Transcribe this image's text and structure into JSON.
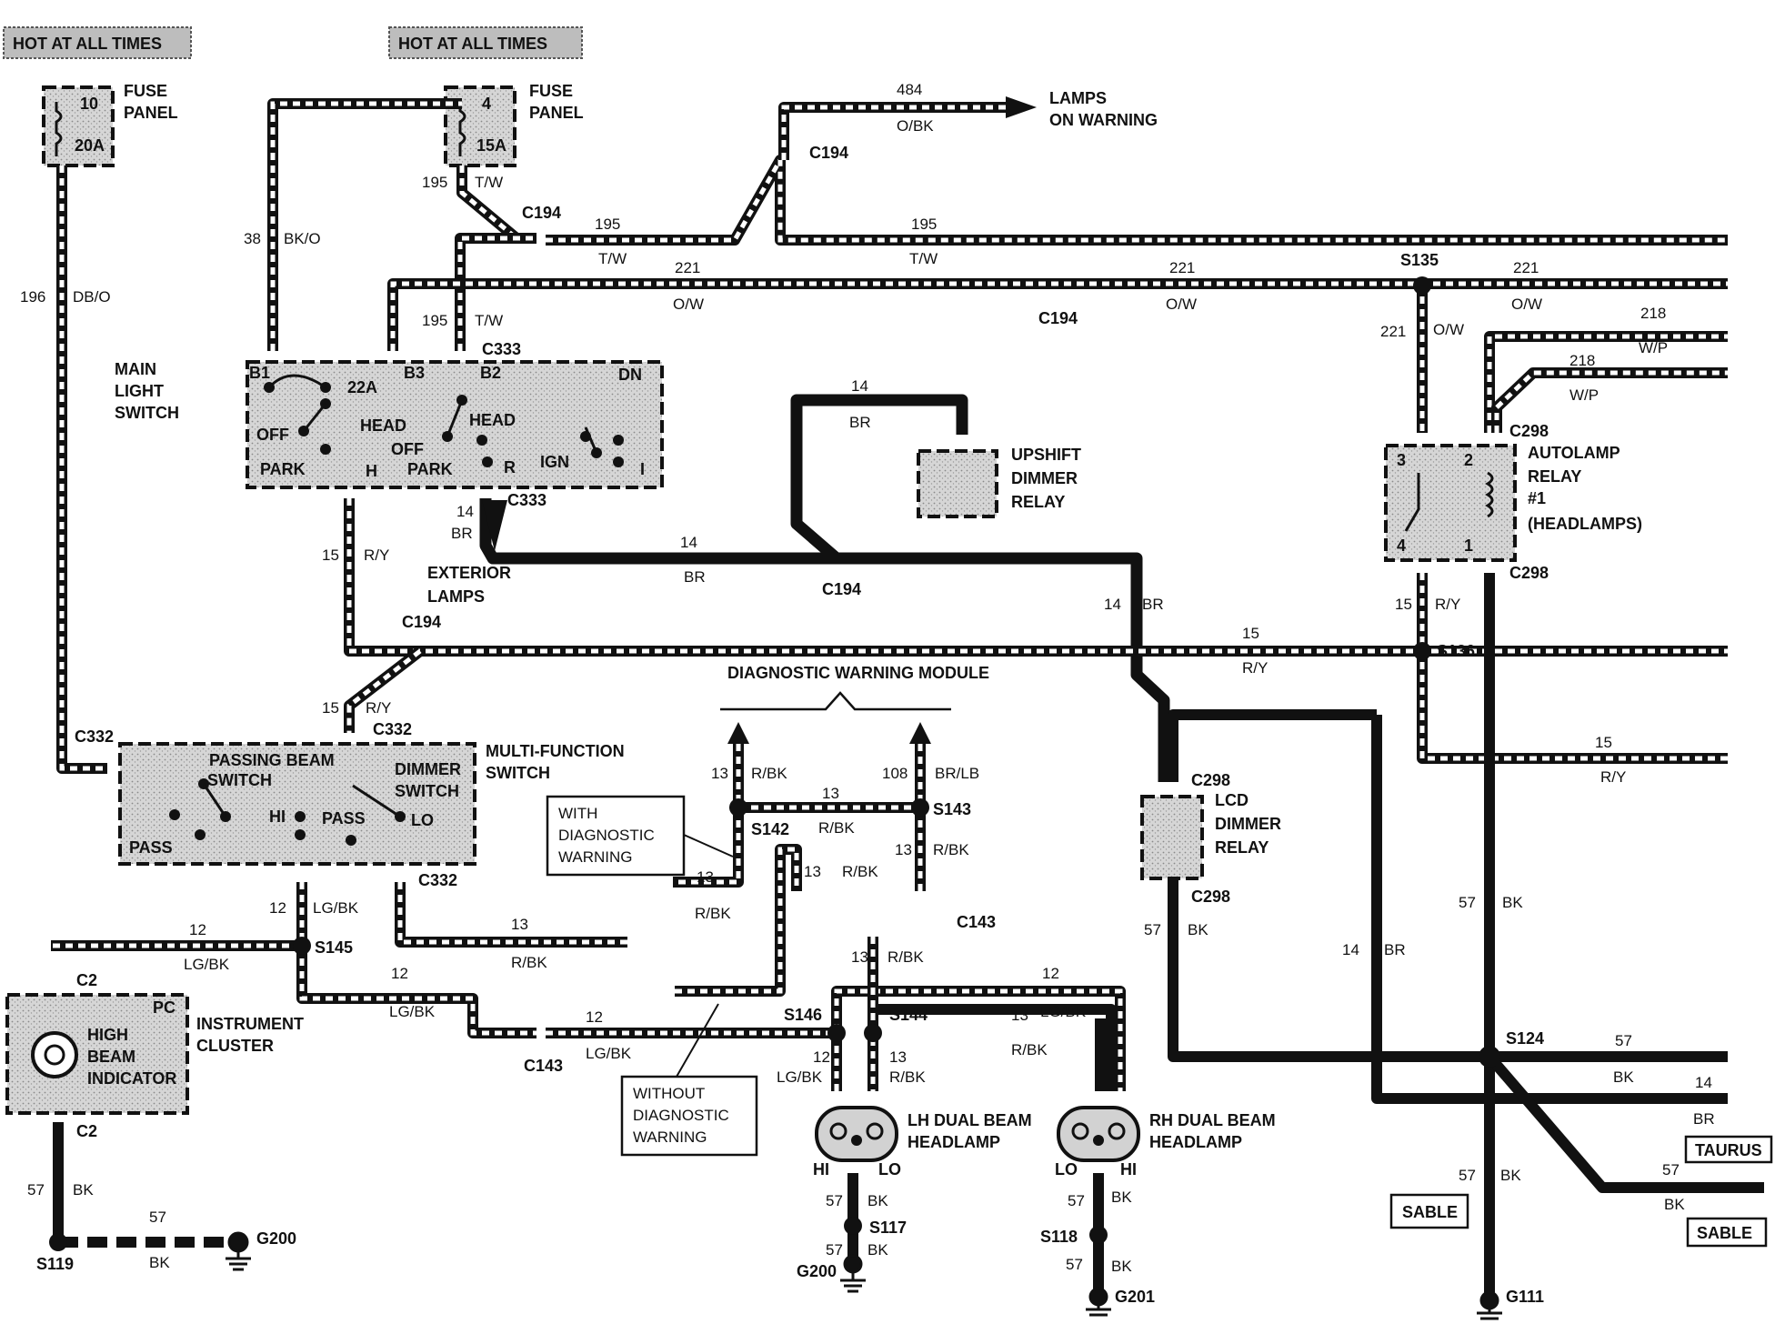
{
  "hot": [
    "HOT AT ALL TIMES",
    "HOT AT ALL TIMES"
  ],
  "fuse1": {
    "title": [
      "FUSE",
      "PANEL"
    ],
    "num": "10",
    "amp": "20A"
  },
  "fuse2": {
    "title": [
      "FUSE",
      "PANEL"
    ],
    "num": "4",
    "amp": "15A"
  },
  "main_switch": {
    "title": [
      "MAIN",
      "LIGHT",
      "SWITCH"
    ],
    "pins": [
      "B1",
      "B3",
      "B2",
      "DN",
      "22A",
      "OFF",
      "HEAD",
      "PARK",
      "H",
      "OFF",
      "HEAD",
      "PARK",
      "R",
      "IGN",
      "I"
    ]
  },
  "lamps_warning": [
    "LAMPS",
    "ON WARNING"
  ],
  "upshift": [
    "UPSHIFT",
    "DIMMER",
    "RELAY"
  ],
  "autolamp": {
    "title": [
      "AUTOLAMP",
      "RELAY",
      "#1",
      "(HEADLAMPS)"
    ],
    "pins": [
      "3",
      "2",
      "4",
      "1"
    ]
  },
  "exterior_lamps": [
    "EXTERIOR",
    "LAMPS"
  ],
  "diag_module": "DIAGNOSTIC WARNING MODULE",
  "multi_switch": {
    "title": [
      "MULTI-FUNCTION",
      "SWITCH"
    ],
    "labels": [
      "PASSING BEAM",
      "SWITCH",
      "DIMMER",
      "SWITCH",
      "HI",
      "PASS",
      "LO",
      "PASS"
    ]
  },
  "lcd_relay": [
    "LCD",
    "DIMMER",
    "RELAY"
  ],
  "with_diag": [
    "WITH",
    "DIAGNOSTIC",
    "WARNING"
  ],
  "without_diag": [
    "WITHOUT",
    "DIAGNOSTIC",
    "WARNING"
  ],
  "cluster": {
    "title": [
      "INSTRUMENT",
      "CLUSTER"
    ],
    "pc": "PC",
    "indicator": [
      "HIGH",
      "BEAM",
      "INDICATOR"
    ]
  },
  "lh_headlamp": {
    "title": [
      "LH DUAL BEAM",
      "HEADLAMP"
    ],
    "hi": "HI",
    "lo": "LO"
  },
  "rh_headlamp": {
    "title": [
      "RH DUAL BEAM",
      "HEADLAMP"
    ],
    "hi": "HI",
    "lo": "LO"
  },
  "badges": [
    "TAURUS",
    "SABLE",
    "SABLE"
  ],
  "connectors": [
    "C194",
    "C194",
    "C194",
    "C194",
    "C194",
    "C333",
    "C333",
    "C298",
    "C298",
    "C298",
    "C298",
    "C332",
    "C332",
    "C332",
    "C2",
    "C2",
    "C143",
    "C143"
  ],
  "splices": [
    "S135",
    "S136",
    "S124",
    "S145",
    "S142",
    "S143",
    "S146",
    "S144",
    "S119",
    "S117",
    "S118"
  ],
  "grounds": [
    "G200",
    "G200",
    "G111",
    "G201"
  ],
  "wire_labels": [
    {
      "c": "196",
      "color": "DB/O"
    },
    {
      "c": "38",
      "color": "BK/O"
    },
    {
      "c": "195",
      "color": "T/W"
    },
    {
      "c": "484",
      "color": "O/BK"
    },
    {
      "c": "195",
      "color": "T/W"
    },
    {
      "c": "195",
      "color": "T/W"
    },
    {
      "c": "221",
      "color": "O/W"
    },
    {
      "c": "221",
      "color": "O/W"
    },
    {
      "c": "221",
      "color": "O/W"
    },
    {
      "c": "221",
      "color": "O/W"
    },
    {
      "c": "195",
      "color": "T/W"
    },
    {
      "c": "218",
      "color": "W/P"
    },
    {
      "c": "218",
      "color": "W/P"
    },
    {
      "c": "14",
      "color": "BR"
    },
    {
      "c": "14",
      "color": "BR"
    },
    {
      "c": "14",
      "color": "BR"
    },
    {
      "c": "14",
      "color": "BR"
    },
    {
      "c": "15",
      "color": "R/Y"
    },
    {
      "c": "15",
      "color": "R/Y"
    },
    {
      "c": "15",
      "color": "R/Y"
    },
    {
      "c": "15",
      "color": "R/Y"
    },
    {
      "c": "15",
      "color": "R/Y"
    },
    {
      "c": "13",
      "color": "R/BK"
    },
    {
      "c": "108",
      "color": "BR/LB"
    },
    {
      "c": "13",
      "color": "R/BK"
    },
    {
      "c": "13",
      "color": "R/BK"
    },
    {
      "c": "13",
      "color": "R/BK"
    },
    {
      "c": "13",
      "color": "R/BK"
    },
    {
      "c": "13",
      "color": "R/BK"
    },
    {
      "c": "13",
      "color": "R/BK"
    },
    {
      "c": "13",
      "color": "R/BK"
    },
    {
      "c": "13",
      "color": "R/BK"
    },
    {
      "c": "12",
      "color": "LG/BK"
    },
    {
      "c": "12",
      "color": "LG/BK"
    },
    {
      "c": "12",
      "color": "LG/BK"
    },
    {
      "c": "12",
      "color": "LG/BK"
    },
    {
      "c": "12",
      "color": "LG/BK"
    },
    {
      "c": "12",
      "color": "LG/BK"
    },
    {
      "c": "57",
      "color": "BK"
    },
    {
      "c": "57",
      "color": "BK"
    },
    {
      "c": "57",
      "color": "BK"
    },
    {
      "c": "57",
      "color": "BK"
    },
    {
      "c": "57",
      "color": "BK"
    },
    {
      "c": "57",
      "color": "BK"
    },
    {
      "c": "57",
      "color": "BK"
    },
    {
      "c": "57",
      "color": "BK"
    },
    {
      "c": "57",
      "color": "BK"
    },
    {
      "c": "57",
      "color": "BK"
    },
    {
      "c": "57",
      "color": "BK"
    },
    {
      "c": "14",
      "color": "BR"
    },
    {
      "c": "14",
      "color": "BR"
    }
  ]
}
